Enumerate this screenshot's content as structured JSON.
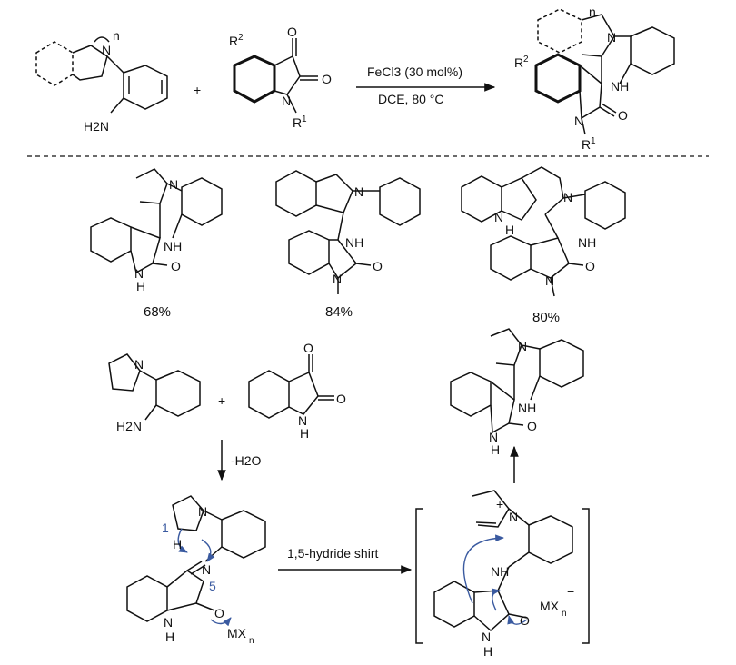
{
  "general_reaction": {
    "conditions_above": "FeCl3 (30 mol%)",
    "conditions_below": "DCE, 80 °C",
    "substituents": {
      "R1": "R",
      "R1_sup": "1",
      "R2": "R",
      "R2_sup": "2",
      "n": "n"
    },
    "plus": "+"
  },
  "examples": [
    {
      "yield": "68%"
    },
    {
      "yield": "84%"
    },
    {
      "yield": "80%"
    }
  ],
  "mechanism": {
    "plus": "+",
    "step1_label": "-H2O",
    "step2_label": "1,5-hydride shirt",
    "metal_complex": "MX",
    "metal_sub": "n",
    "hydride_position": "1",
    "nitrogen_position": "5",
    "charge_plus": "+",
    "charge_minus": "−"
  },
  "atoms": {
    "N": "N",
    "NH": "NH",
    "H2N": "H2N",
    "O": "O",
    "H": "H"
  },
  "colors": {
    "ink": "#111111",
    "arrow_blue": "#3a5aa0"
  }
}
